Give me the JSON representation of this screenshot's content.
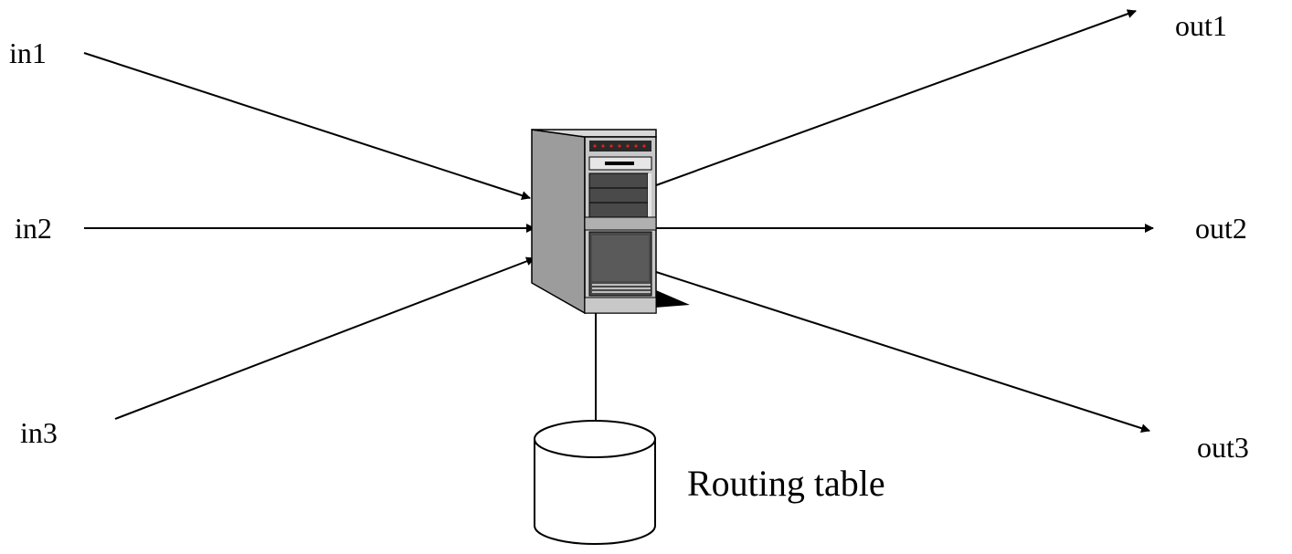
{
  "inputs": [
    {
      "label": "in1"
    },
    {
      "label": "in2"
    },
    {
      "label": "in3"
    }
  ],
  "outputs": [
    {
      "label": "out1"
    },
    {
      "label": "out2"
    },
    {
      "label": "out3"
    }
  ],
  "routing_table": {
    "label": "Routing table"
  },
  "icons": {
    "router": "server-tower-icon",
    "database": "database-cylinder-icon"
  },
  "colors": {
    "line": "#000000",
    "tower_side": "#9c9c9c",
    "tower_front": "#c0c0c0",
    "tower_panel": "#4a4a4a",
    "led": "#e02020"
  }
}
